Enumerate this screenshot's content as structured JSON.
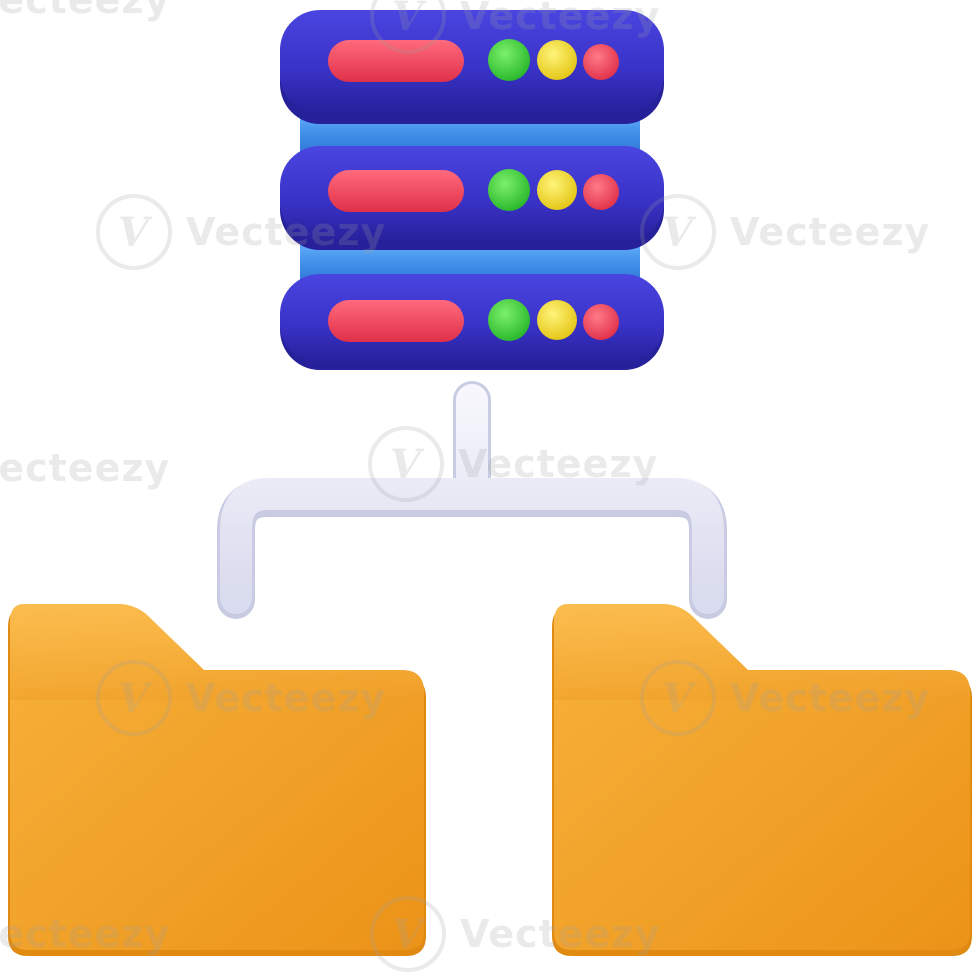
{
  "illustration": {
    "subject": "database-server-to-folders",
    "icons": [
      "database-server-icon",
      "connector-pipe-icon",
      "folder-icon",
      "folder-icon"
    ],
    "server_units": 3,
    "colors": {
      "server_body": "#3a33c9",
      "server_dark": "#26209a",
      "server_band": "#3f8fe8",
      "indicator_bar": "#f0455e",
      "led_green": "#3ed33f",
      "led_yellow": "#f0dc2a",
      "led_red": "#f0455e",
      "connector": "#e8e9f6",
      "folder": "#f4a52a",
      "folder_dark": "#e08a12"
    }
  },
  "watermark": {
    "brand": "Vecteezy",
    "logo_glyph": "V"
  }
}
